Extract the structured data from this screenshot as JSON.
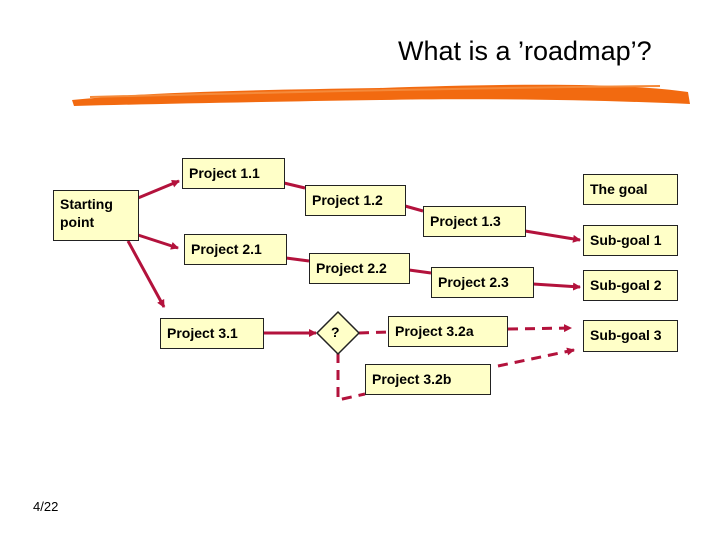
{
  "slide": {
    "title": "What is a ’roadmap’?",
    "page_number": "4/22"
  },
  "colors": {
    "arrow": "#b3123c",
    "box_fill": "#ffffc8",
    "brush": "#f26a10"
  },
  "nodes": {
    "start": "Starting point",
    "p11": "Project 1.1",
    "p12": "Project 1.2",
    "p13": "Project 1.3",
    "p21": "Project 2.1",
    "p22": "Project 2.2",
    "p23": "Project 2.3",
    "p31": "Project 3.1",
    "decision": "?",
    "p32a": "Project 3.2a",
    "p32b": "Project 3.2b",
    "goal": "The goal",
    "sg1": "Sub-goal 1",
    "sg2": "Sub-goal 2",
    "sg3": "Sub-goal 3"
  }
}
